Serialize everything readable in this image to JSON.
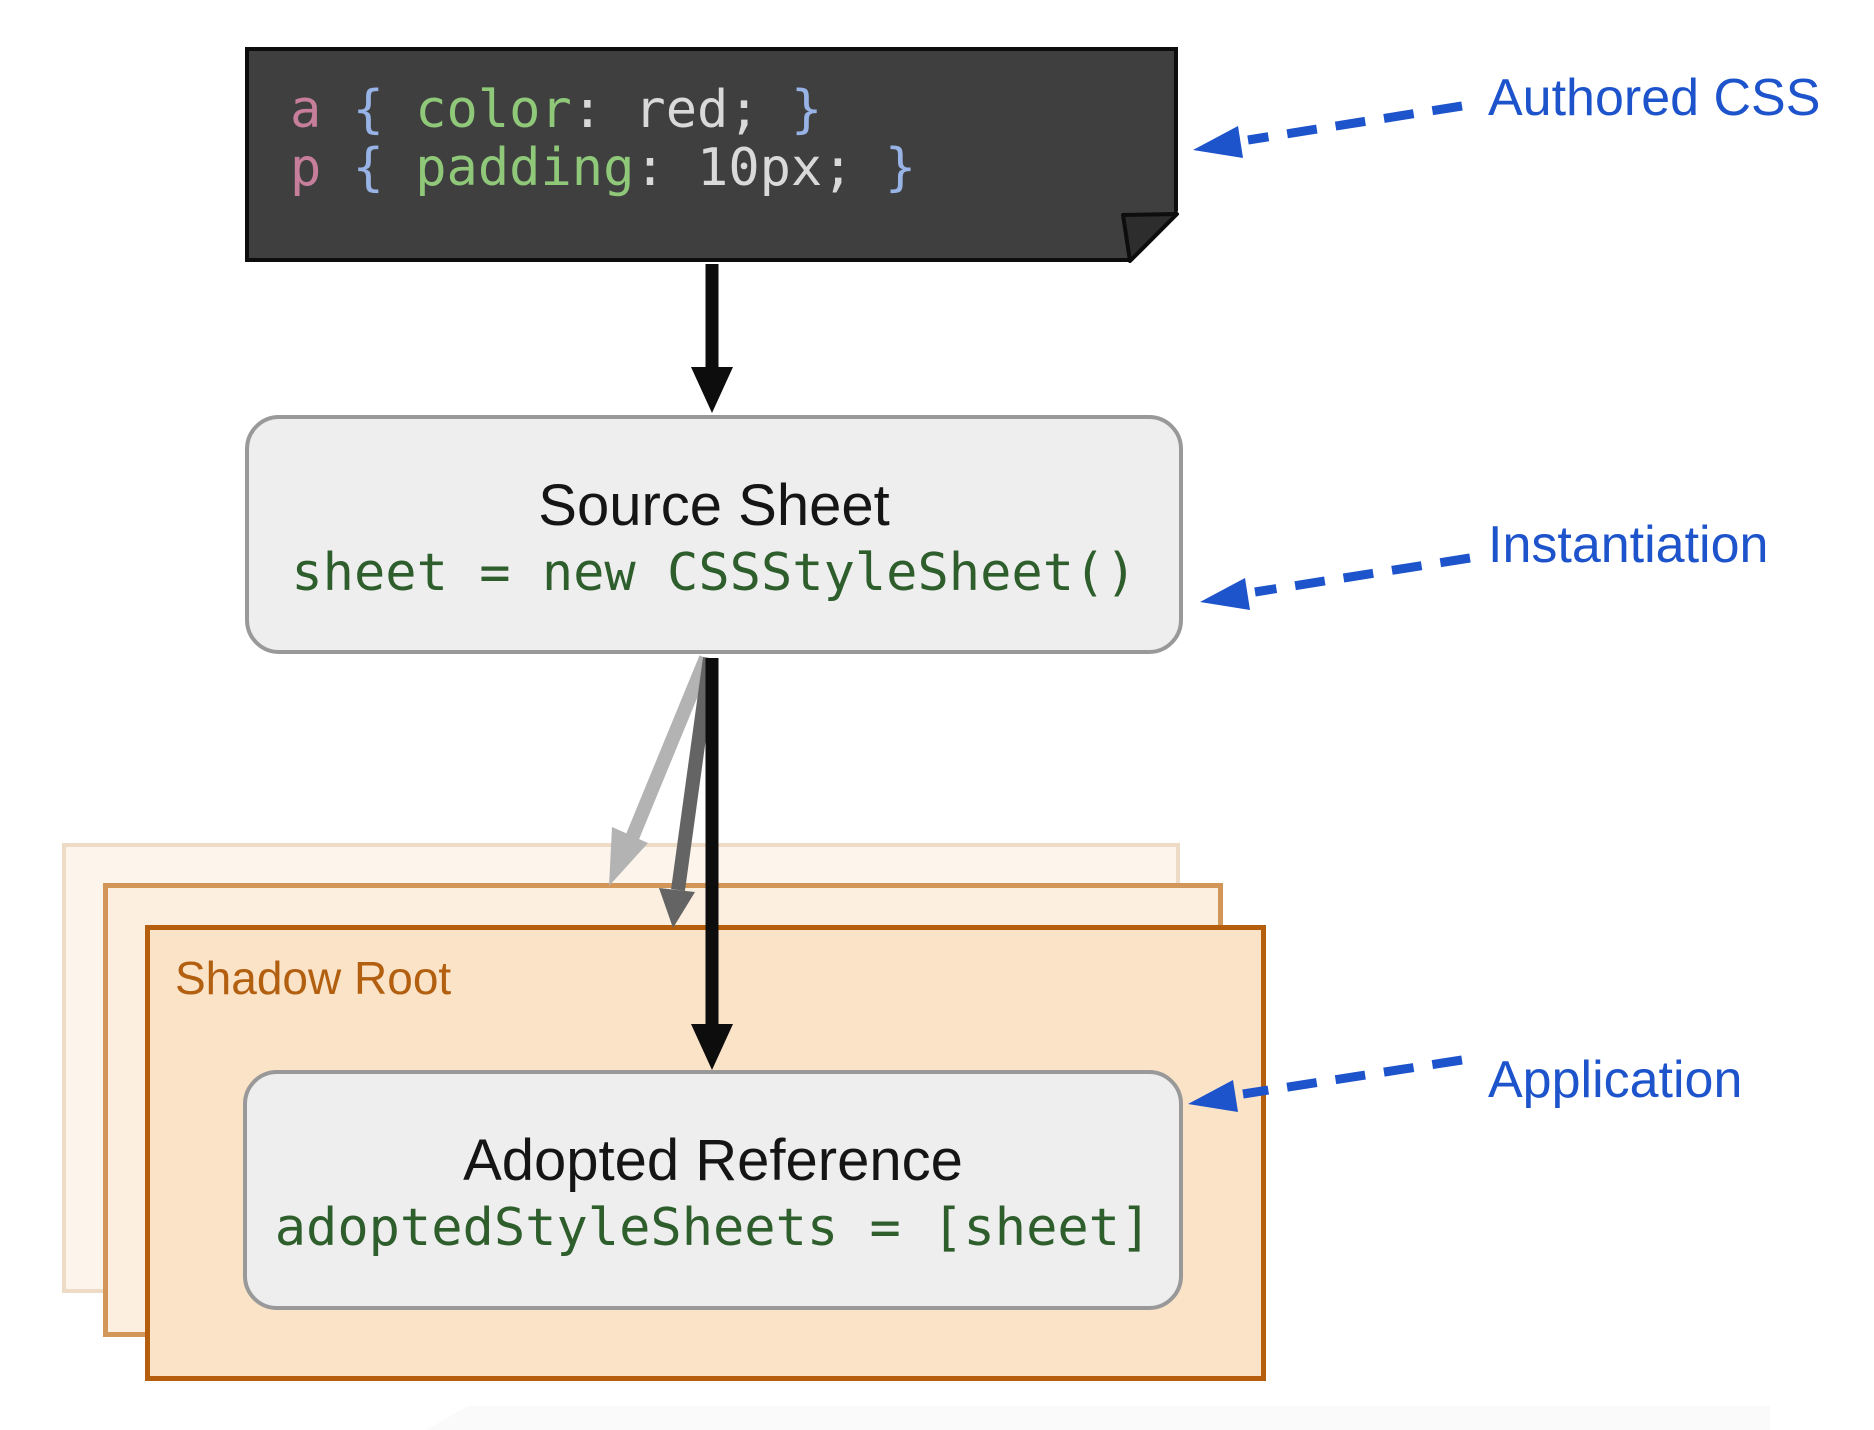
{
  "colors": {
    "code_bg": "#3f3f3f",
    "code_selector_pink": "#c77e9b",
    "code_brace_blue": "#98b3e6",
    "code_property_green": "#8fc878",
    "code_value_white": "#d9d9d9",
    "sheet_box_bg": "#eeeeee",
    "sheet_box_border": "#999999",
    "sheet_code_green": "#2e5e2c",
    "shadow_root_border_orange": "#b45e0e",
    "shadow_root_fill_orange": "#fbe3c7",
    "shadow_root_text_orange": "#b35f10",
    "annotation_blue": "#1d53cb",
    "arrow_black": "#0d0d0d",
    "arrow_gray_light": "#b3b3b3",
    "arrow_gray_dark": "#646464"
  },
  "code_block": {
    "line1": [
      {
        "text": "a",
        "type": "selector"
      },
      {
        "text": " { ",
        "type": "brace"
      },
      {
        "text": "color",
        "type": "property"
      },
      {
        "text": ": ",
        "type": "plain"
      },
      {
        "text": "red",
        "type": "plain"
      },
      {
        "text": "; ",
        "type": "plain"
      },
      {
        "text": "}",
        "type": "brace"
      }
    ],
    "line2": [
      {
        "text": "p",
        "type": "selector"
      },
      {
        "text": " { ",
        "type": "brace"
      },
      {
        "text": "padding",
        "type": "property"
      },
      {
        "text": ": ",
        "type": "plain"
      },
      {
        "text": "10px",
        "type": "plain"
      },
      {
        "text": "; ",
        "type": "plain"
      },
      {
        "text": "}",
        "type": "brace"
      }
    ]
  },
  "source_sheet": {
    "title": "Source Sheet",
    "code": "sheet = new CSSStyleSheet()"
  },
  "shadow_root": {
    "label": "Shadow Root"
  },
  "adopted_reference": {
    "title": "Adopted Reference",
    "code": "adoptedStyleSheets = [sheet]"
  },
  "annotations": [
    {
      "label": "Authored CSS"
    },
    {
      "label": "Instantiation"
    },
    {
      "label": "Application"
    }
  ]
}
